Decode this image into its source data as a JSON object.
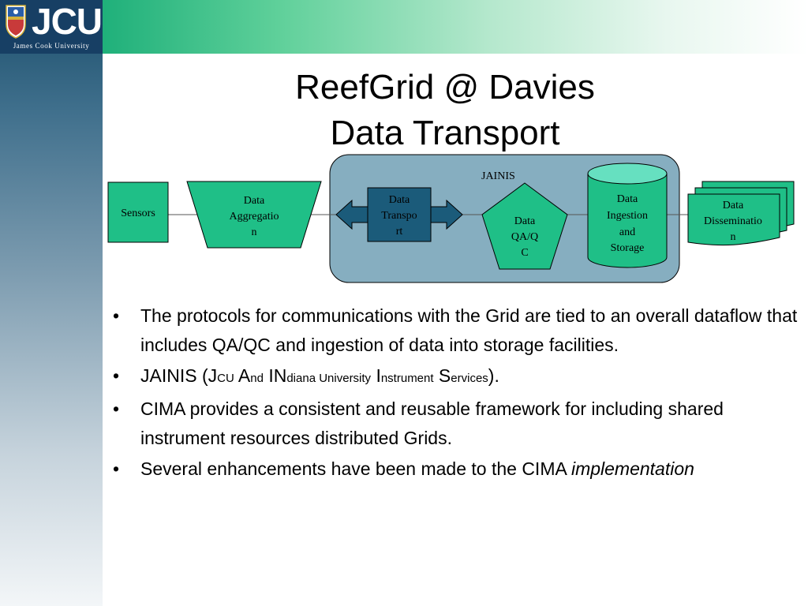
{
  "logo": {
    "wordmark": "JCU",
    "university": "James Cook University"
  },
  "title": {
    "line1": "ReefGrid @ Davies",
    "line2": "Data Transport"
  },
  "diagram": {
    "group_label": "JAINIS",
    "nodes": {
      "sensors": "Sensors",
      "aggregation": [
        "Data",
        "Aggregatio",
        "n"
      ],
      "transport": [
        "Data",
        "Transpo",
        "rt"
      ],
      "qaqc": [
        "Data",
        "QA/Q",
        "C"
      ],
      "ingestion": [
        "Data",
        "Ingestion",
        "and",
        "Storage"
      ],
      "dissemination": [
        "Data",
        "Disseminatio",
        "n"
      ]
    },
    "colors": {
      "green": "#1fbf87",
      "teal_box": "#1b5b7a",
      "group_fill": "#86aec0",
      "cylinder_top": "#66e0c0"
    }
  },
  "bullets": {
    "b1": "The protocols for communications with the Grid are tied to an overall dataflow that includes QA/QC and ingestion of data into storage facilities.",
    "b2": {
      "p1": "JAINIS (J",
      "p2": "CU",
      "p3": " A",
      "p4": "nd",
      "p5": " IN",
      "p6": "diana University",
      "p7": " I",
      "p8": "nstrument",
      "p9": " S",
      "p10": "ervices",
      "p11": ")."
    },
    "b3": "CIMA provides a consistent and reusable framework for including shared instrument resources distributed Grids.",
    "b4": {
      "text": "Several enhancements have been made to the CIMA ",
      "emphasis": "implementation"
    },
    "bullet_char": "•"
  }
}
